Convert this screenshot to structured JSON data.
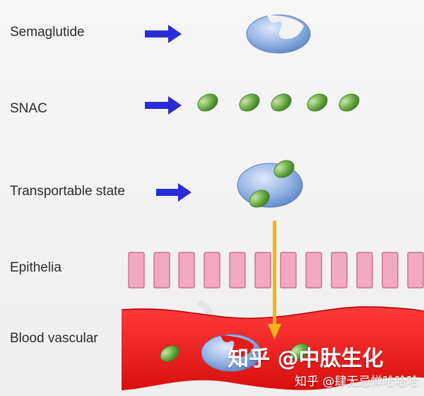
{
  "labels": {
    "semaglutide": "Semaglutide",
    "snac": "SNAC",
    "transportable": "Transportable state",
    "epithelia": "Epithelia",
    "blood": "Blood vascular"
  },
  "watermark": {
    "main": "知乎 @中肽生化",
    "sub": "知乎 @肆无忌惮哈哈哈"
  },
  "colors": {
    "arrow_blue": "#2a2ad6",
    "molecule_blue": "#8aaee0",
    "snac_green": "#6fae48",
    "epithelia_pink": "#f2a8c0",
    "blood_red": "#ee1c1c",
    "transport_arrow": "#f4b416"
  },
  "counts": {
    "snac_particles": 5,
    "epithelia_cells": 12
  }
}
